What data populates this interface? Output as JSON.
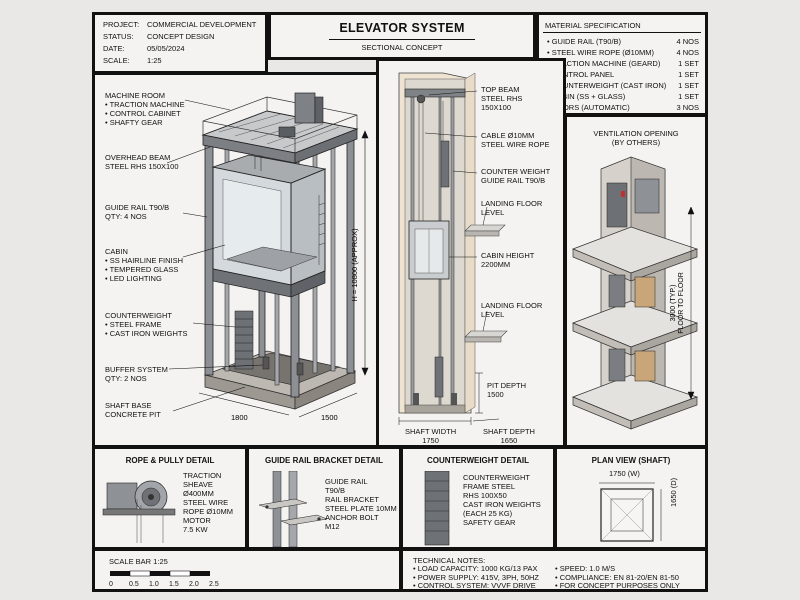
{
  "project_info": {
    "project_label": "PROJECT:",
    "project": "COMMERCIAL DEVELOPMENT",
    "status_label": "STATUS:",
    "status": "CONCEPT DESIGN",
    "date_label": "DATE:",
    "date": "05/05/2024",
    "scale_label": "SCALE:",
    "scale": "1:25"
  },
  "title": {
    "main": "ELEVATOR SYSTEM",
    "sub": "SECTIONAL CONCEPT"
  },
  "material_spec": {
    "heading": "MATERIAL SPECIFICATION",
    "items": [
      {
        "name": "• GUIDE RAIL (T90/B)",
        "qty": "4 NOS"
      },
      {
        "name": "• STEEL WIRE ROPE (Ø10mm)",
        "qty": "4 NOS"
      },
      {
        "name": "• TRACTION MACHINE (GEARD)",
        "qty": "1 SET"
      },
      {
        "name": "• CONTROL PANEL",
        "qty": "1 SET"
      },
      {
        "name": "• COUNTERWEIGHT (CAST IRON)",
        "qty": "1 SET"
      },
      {
        "name": "• CABIN (SS + GLASS)",
        "qty": "1 SET"
      },
      {
        "name": "• DOORS (AUTOMATIC)",
        "qty": "3 NOS"
      }
    ]
  },
  "iso_labels": {
    "machine_room": [
      "MACHINE ROOM",
      "• TRACTION MACHINE",
      "• CONTROL CABINET",
      "• SHAFTY GEAR"
    ],
    "overhead_beam": [
      "OVERHEAD BEAM",
      "STEEL RHS 150x100"
    ],
    "guide_rail": [
      "GUIDE RAIL T90/B",
      "QTY: 4 NOS"
    ],
    "cabin": [
      "CABIN",
      "• SS HAIRLINE FINISH",
      "• TEMPERED GLASS",
      "• LED LIGHTING"
    ],
    "counterweight": [
      "COUNTERWEIGHT",
      "• STEEL FRAME",
      "• CAST IRON WEIGHTS"
    ],
    "buffer": [
      "BUFFER SYSTEM",
      "QTY: 2 NOS"
    ],
    "shaft_base": [
      "SHAFT BASE",
      "CONCRETE PIT"
    ],
    "height_dim": "H = 10800 (APPROX)",
    "dim_1800": "1800",
    "dim_1500": "1500"
  },
  "section_labels": {
    "top_beam": [
      "TOP BEAM",
      "STEEL RHS",
      "150x100"
    ],
    "cable": [
      "CABLE Ø10mm",
      "STEEL WIRE ROPE"
    ],
    "cw_rail": [
      "COUNTER WEIGHT",
      "GUIDE RAIL T90/B"
    ],
    "landing1": [
      "LANDING FLOOR",
      "LEVEL"
    ],
    "cabin_height": [
      "CABIN HEIGHT",
      "2200mm"
    ],
    "landing2": [
      "LANDING FLOOR",
      "LEVEL"
    ],
    "pit_depth": [
      "PIT DEPTH",
      "1500"
    ],
    "shaft_width": [
      "SHAFT WIDTH",
      "1750"
    ],
    "shaft_depth": [
      "SHAFT DEPTH",
      "1650"
    ]
  },
  "building_view": {
    "vent": [
      "VENTILATION OPENING",
      "(BY OTHERS)"
    ],
    "floor_dim": "FLOOR TO FLOOR",
    "floor_val": "3000 (TYP.)"
  },
  "details": {
    "rope": {
      "title": "ROPE & PULLY DETAIL",
      "lines": [
        "TRACTION",
        "SHEAVE",
        "Ø400mm",
        "STEEL WIRE",
        "ROPE Ø10mm",
        "MOTOR",
        "7.5 kw"
      ]
    },
    "bracket": {
      "title": "GUIDE RAIL BRACKET DETAIL",
      "lines": [
        "GUIDE RAIL",
        "T90/B",
        "RAIL BRACKET",
        "STEEL PLATE 10mm",
        "ANCHOR BOLT",
        "M12"
      ]
    },
    "cw": {
      "title": "COUNTERWEIGHT DETAIL",
      "lines": [
        "COUNTERWEIGHT",
        "FRAME STEEL",
        "RHS 100X50",
        "CAST IRON WEIGHTS",
        "(EACH 25 KG)",
        "SAFETY GEAR"
      ]
    },
    "plan": {
      "title": "PLAN VIEW (SHAFT)",
      "w": "1750 (W)",
      "d": "1650 (D)"
    }
  },
  "scale_bar": {
    "label": "SCALE BAR 1:25",
    "ticks": [
      "0",
      "0.5",
      "1.0",
      "1.5",
      "2.0",
      "2.5"
    ]
  },
  "technical_notes": {
    "heading": "TECHNICAL NOTES:",
    "left": [
      "• LOAD CAPACITY: 1000 KG/13 PAX",
      "• POWER SUPPLY: 415V, 3PH, 50Hz",
      "• CONTROL SYSTEM: VVVF DRIVE"
    ],
    "right": [
      "• SPEED: 1.0 M/S",
      "• COMPLIANCE:        EN 81-20/EN 81-50",
      "• FOR CONCEPT PURPOSES ONLY"
    ]
  },
  "colors": {
    "ink": "#111111",
    "paper": "#f4f3f1",
    "steel": "#8c8f93",
    "wood": "#c9a57a",
    "cream": "#efe4d2"
  }
}
